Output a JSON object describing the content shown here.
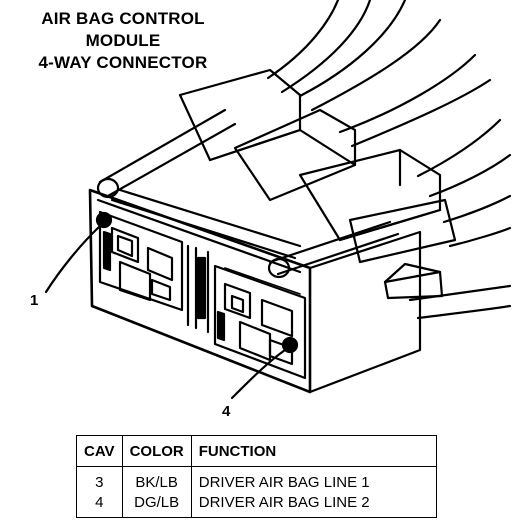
{
  "title": {
    "line1": "AIR BAG CONTROL",
    "line2": "MODULE",
    "line3": "4-WAY CONNECTOR"
  },
  "callouts": {
    "cavity_a": "1",
    "cavity_b": "4"
  },
  "table": {
    "headers": {
      "cav": "CAV",
      "color": "COLOR",
      "function": "FUNCTION"
    },
    "rows": [
      {
        "cav": "3",
        "color": "BK/LB",
        "function": "DRIVER AIR BAG LINE 1"
      },
      {
        "cav": "4",
        "color": "DG/LB",
        "function": "DRIVER AIR BAG LINE 2"
      }
    ]
  }
}
